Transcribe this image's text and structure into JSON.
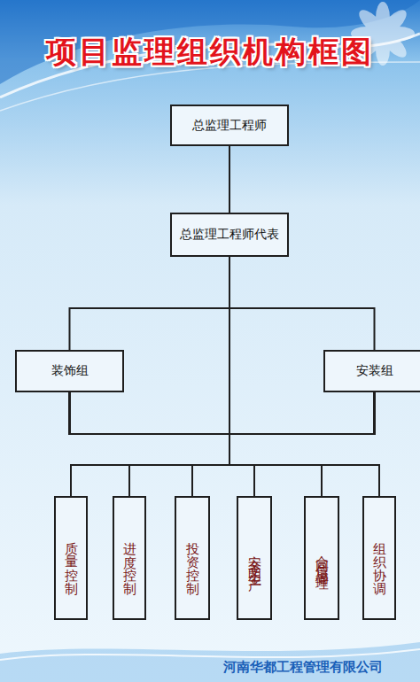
{
  "diagram": {
    "title": "项目监理组织机构框图",
    "nodes": [
      {
        "text": [
          "总监理工程师"
        ]
      },
      {
        "text": [
          "总监理工程师代表"
        ]
      },
      {
        "text": [
          "装饰组"
        ]
      },
      {
        "text": [
          "安装组"
        ]
      },
      {
        "text": [
          "质量控制"
        ]
      },
      {
        "text": [
          "进度控制"
        ]
      },
      {
        "text": [
          "投资控制"
        ]
      },
      {
        "text": [
          "安全文明生产"
        ]
      },
      {
        "text": [
          "合同信息管理"
        ]
      },
      {
        "text": [
          "组织协调"
        ]
      }
    ],
    "edges": [
      {
        "from": 0,
        "to": 1,
        "arrow": "none"
      },
      {
        "from": 1,
        "to": 2,
        "arrow": "none"
      },
      {
        "from": 1,
        "to": 3,
        "arrow": "none"
      },
      {
        "from": 2,
        "to": 4,
        "arrow": "none"
      },
      {
        "from": 2,
        "to": 5,
        "arrow": "none"
      },
      {
        "from": 2,
        "to": 6,
        "arrow": "none"
      },
      {
        "from": 2,
        "to": 7,
        "arrow": "none"
      },
      {
        "from": 2,
        "to": 8,
        "arrow": "none"
      },
      {
        "from": 2,
        "to": 9,
        "arrow": "none"
      },
      {
        "from": 3,
        "to": 4,
        "arrow": "none"
      },
      {
        "from": 3,
        "to": 5,
        "arrow": "none"
      },
      {
        "from": 3,
        "to": 6,
        "arrow": "none"
      },
      {
        "from": 3,
        "to": 7,
        "arrow": "none"
      },
      {
        "from": 3,
        "to": 8,
        "arrow": "none"
      },
      {
        "from": 3,
        "to": 9,
        "arrow": "none"
      }
    ],
    "labels": [
      "河南华都工程管理有限公司"
    ]
  }
}
